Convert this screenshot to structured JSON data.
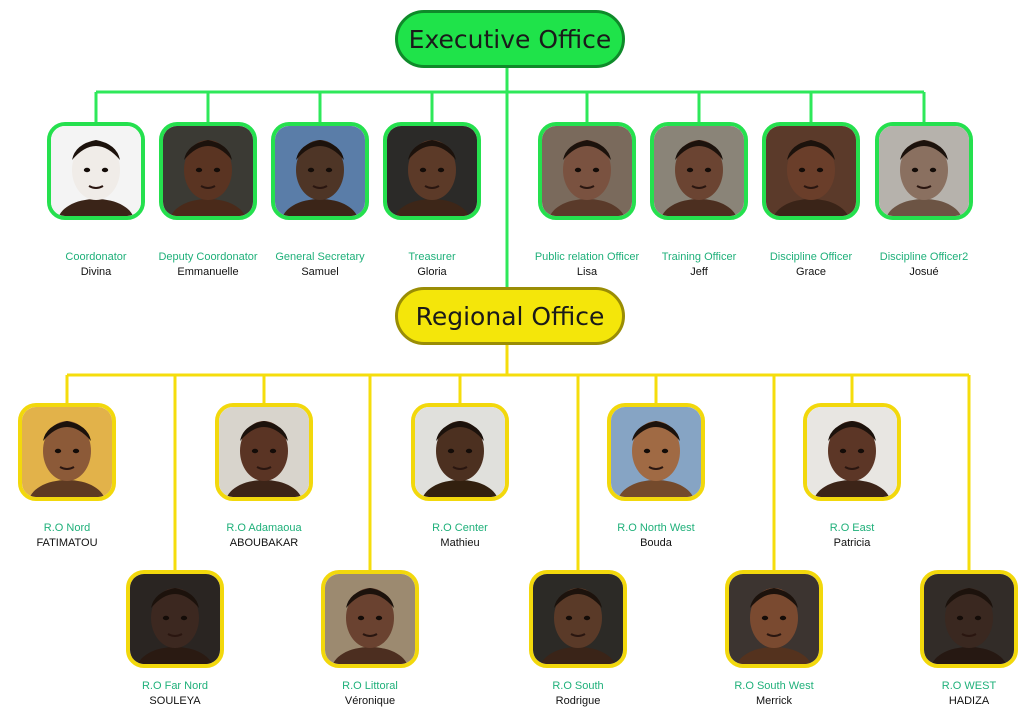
{
  "colors": {
    "executive_accent": "#1fe34a",
    "regional_accent": "#f4e60a",
    "role_text": "#1fb07a"
  },
  "executive": {
    "title": "Executive Office",
    "members": [
      {
        "role": "Coordonator",
        "name": "Divina"
      },
      {
        "role": "Deputy Coordonator",
        "name": "Emmanuelle"
      },
      {
        "role": "General Secretary",
        "name": "Samuel"
      },
      {
        "role": "Treasurer",
        "name": "Gloria"
      },
      {
        "role": "Public relation Officer",
        "name": "Lisa"
      },
      {
        "role": "Training Officer",
        "name": "Jeff"
      },
      {
        "role": "Discipline Officer",
        "name": "Grace"
      },
      {
        "role": "Discipline Officer2",
        "name": "Josué"
      }
    ]
  },
  "regional": {
    "title": "Regional Office",
    "members": [
      {
        "role": "R.O  Nord",
        "name": "FATIMATOU"
      },
      {
        "role": "R.O  Far Nord",
        "name": "SOULEYA"
      },
      {
        "role": "R.O  Adamaoua",
        "name": "ABOUBAKAR"
      },
      {
        "role": "R.O  Littoral",
        "name": "Véronique"
      },
      {
        "role": "R.O  Center",
        "name": "Mathieu"
      },
      {
        "role": "R.O  South",
        "name": "Rodrigue"
      },
      {
        "role": "R.O  North West",
        "name": "Bouda"
      },
      {
        "role": "R.O  South West",
        "name": "Merrick"
      },
      {
        "role": "R.O  East",
        "name": "Patricia"
      },
      {
        "role": "R.O  WEST",
        "name": "HADIZA"
      }
    ]
  }
}
